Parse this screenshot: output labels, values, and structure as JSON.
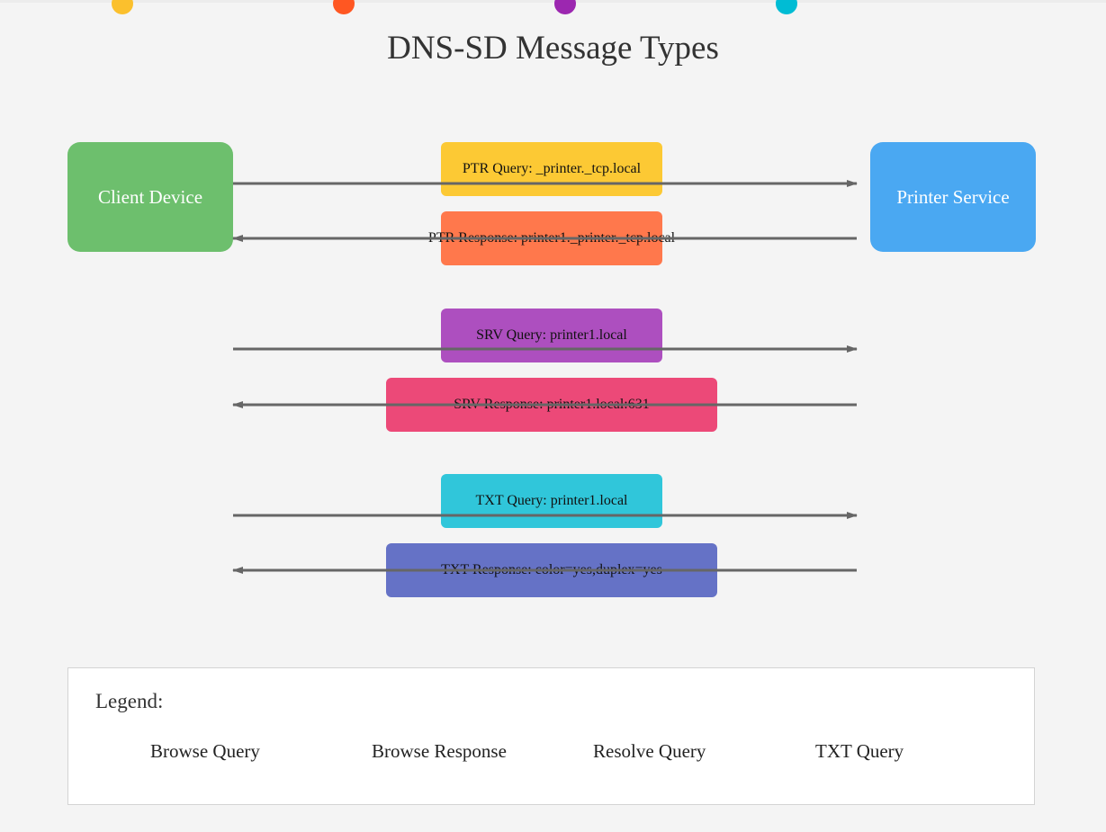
{
  "title": "DNS-SD Message Types",
  "dots": [
    "#fbc02d",
    "#ff5722",
    "#9c27b0",
    "#00bcd4"
  ],
  "nodes": {
    "client": "Client Device",
    "printer": "Printer Service"
  },
  "messages": [
    {
      "label": "PTR Query: _printer._tcp.local",
      "color": "#fcc934",
      "direction": "to-printer"
    },
    {
      "label": "PTR Response: printer1._printer._tcp.local",
      "color": "#ff784c",
      "direction": "to-client"
    },
    {
      "label": "SRV Query: printer1.local",
      "color": "#ad4fbf",
      "direction": "to-printer"
    },
    {
      "label": "SRV Response: printer1.local:631",
      "color": "#ec4978",
      "direction": "to-client"
    },
    {
      "label": "TXT Query: printer1.local",
      "color": "#30c6da",
      "direction": "to-printer"
    },
    {
      "label": "TXT Response: color=yes,duplex=yes",
      "color": "#6572c6",
      "direction": "to-client"
    }
  ],
  "legend": {
    "title": "Legend:",
    "items": [
      "Browse Query",
      "Browse Response",
      "Resolve Query",
      "TXT Query"
    ]
  }
}
